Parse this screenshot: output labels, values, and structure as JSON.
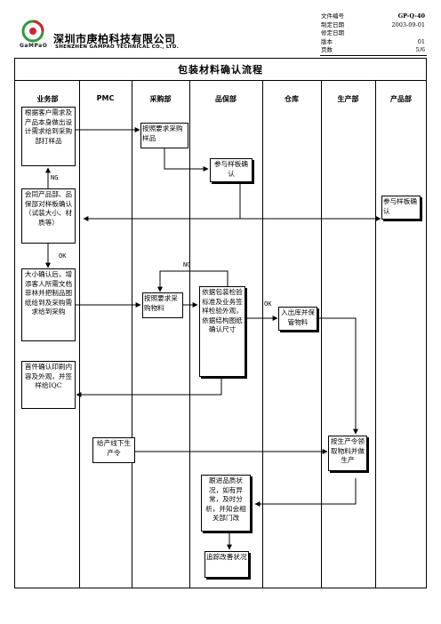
{
  "header": {
    "company_cn": "深圳市庚柏科技有限公司",
    "company_en": "SHENZHEN GAMPAO TECHNICAL CO., LTD.",
    "logo_text": "GaMPaO",
    "meta_labels": [
      "文件编号",
      "制定日期",
      "修定日期",
      "版本",
      "页数"
    ],
    "meta_values": [
      "GP-Q-40",
      "2003-09-01",
      "",
      "01",
      "5/6"
    ]
  },
  "title": "包装材料确认流程",
  "columns": [
    "业务部",
    "PMC",
    "采购部",
    "品保部",
    "仓库",
    "生产部",
    "产品部"
  ],
  "boxes": {
    "b1": "根据客户需求及产品本身做出设计需求给到采购部打样品",
    "b2": "按照要求采购样品",
    "b3": "参与样板确认",
    "b4": "会同产品部、品保部对样板确认（试装大小、材质等）",
    "b5": "参与样板确认",
    "b6": "大小确认后，增添客人所需文档菲林并把制品图纸给到及采购需求给到采购",
    "b7": "按照要求采购物料",
    "b8": "依据包装检验标准及业务签样检验外观，依据结构图纸确认尺寸",
    "b9": "入出库并保管物料",
    "b10": "首件确认印刷内容及外观，并签样给IQC",
    "b11": "给产线下生产令",
    "b12": "按生产令领取物料并做生产",
    "b13": "跟进品质状况，如有异常，及时分析，并知会相关部门改",
    "b14": "追踪改善状况"
  },
  "labels": {
    "ng1": "NG",
    "ok1": "OK",
    "ng2": "NG",
    "ok2": "OK"
  }
}
